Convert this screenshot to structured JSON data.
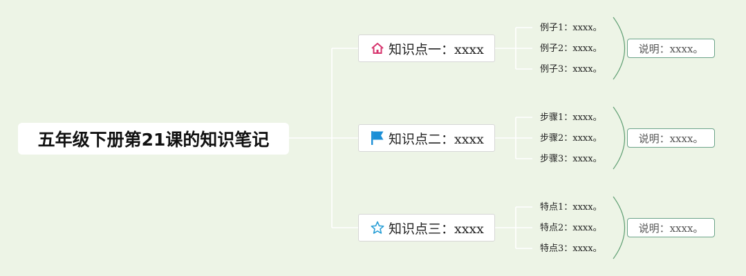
{
  "title": "五年级下册第21课的知识笔记",
  "colors": {
    "background": "#edf4e6",
    "line": "#ffffff",
    "bracket": "#5e9e72",
    "note_border": "#6aa388"
  },
  "branches": [
    {
      "label": "知识点一：xxxx",
      "icon": "house-icon",
      "leaves": [
        "例子1：xxxx。",
        "例子2：xxxx。",
        "例子3：xxxx。"
      ],
      "note": "说明：xxxx。"
    },
    {
      "label": "知识点二：xxxx",
      "icon": "flag-icon",
      "leaves": [
        "步骤1：xxxx。",
        "步骤2：xxxx。",
        "步骤3：xxxx。"
      ],
      "note": "说明：xxxx。"
    },
    {
      "label": "知识点三：xxxx",
      "icon": "star-icon",
      "leaves": [
        "特点1：xxxx。",
        "特点2：xxxx。",
        "特点3：xxxx。"
      ],
      "note": "说明：xxxx。"
    }
  ]
}
